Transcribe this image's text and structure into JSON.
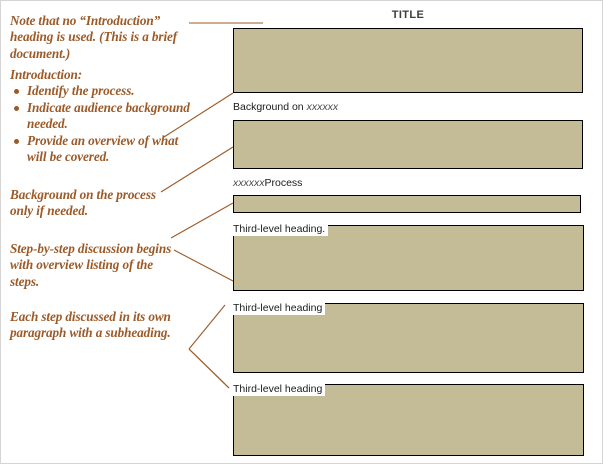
{
  "document_mock": {
    "title": "TITLE",
    "headings": [
      {
        "id": "background-on",
        "prefix": "Background on ",
        "placeholder": "xxxxxx",
        "suffix": ""
      },
      {
        "id": "process",
        "prefix": "",
        "placeholder": "xxxxxx",
        "suffix": "Process"
      },
      {
        "id": "third-level-1",
        "text": "Third-level heading."
      },
      {
        "id": "third-level-2",
        "text": "Third-level heading"
      },
      {
        "id": "third-level-3",
        "text": "Third-level heading"
      }
    ],
    "body_blocks": [
      {
        "id": "intro-body",
        "label": "intro-body-block"
      },
      {
        "id": "background-body",
        "label": "background-body-block"
      },
      {
        "id": "process-body",
        "label": "process-body-block"
      },
      {
        "id": "step1-body",
        "label": "step-1-body-block"
      },
      {
        "id": "step2-body",
        "label": "step-2-body-block"
      },
      {
        "id": "step3-body",
        "label": "step-3-body-block"
      }
    ]
  },
  "annotations": {
    "note": {
      "line1": "Note that no “Introduction”",
      "line2": "heading is used. (This is a brief",
      "line3": "document.)"
    },
    "introduction": {
      "heading": "Introduction:",
      "bullets": [
        "Identify the process.",
        "Indicate audience background needed.",
        "Provide an overview of what will be covered."
      ]
    },
    "background": {
      "line1": "Background on the process",
      "line2": "only if needed."
    },
    "steps": {
      "line1": "Step-by-step discussion begins",
      "line2": "with overview listing of the",
      "line3": "steps."
    },
    "each_step": {
      "line1": "Each step discussed in its own",
      "line2": "paragraph with a subheading."
    }
  },
  "colors": {
    "annotation_text": "#9b5a28",
    "connector_line": "#9b5a28",
    "block_fill": "#c4bc96",
    "block_border": "#000000",
    "title_text": "#3d3d3d",
    "page_background": "#ffffff"
  }
}
